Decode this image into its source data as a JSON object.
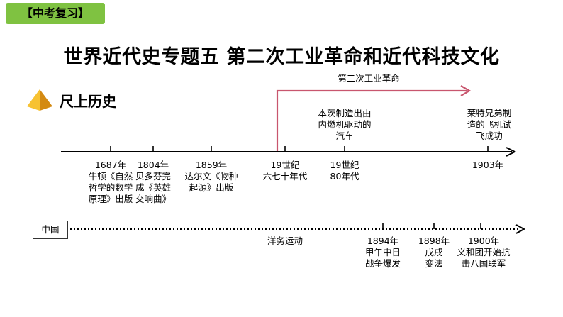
{
  "badge": "【中考复习】",
  "title": "世界近代史专题五  第二次工业革命和近代科技文化",
  "section_title": "尺上历史",
  "revolution_label": "第二次工业革命",
  "above_events": [
    {
      "lines": [
        "本茨制造出由",
        "内燃机驱动的",
        "汽车"
      ]
    },
    {
      "lines": [
        "莱特兄弟制",
        "造的飞机试",
        "飞成功"
      ]
    }
  ],
  "world_events": [
    {
      "date": "1687年",
      "lines": [
        "牛顿《自然",
        "哲学的数学",
        "原理》出版"
      ]
    },
    {
      "date": "1804年",
      "lines": [
        "贝多芬完",
        "成《英雄",
        "交响曲》"
      ]
    },
    {
      "date": "1859年",
      "lines": [
        "达尔文《物种",
        "起源》出版"
      ]
    },
    {
      "date": "19世纪",
      "lines": [
        "六七十年代"
      ]
    },
    {
      "date": "19世纪",
      "lines": [
        "80年代"
      ]
    },
    {
      "date": "1903年",
      "lines": []
    }
  ],
  "china_label": "中国",
  "china_mid_label": "洋务运动",
  "china_events": [
    {
      "date": "1894年",
      "lines": [
        "甲午中日",
        "战争爆发"
      ]
    },
    {
      "date": "1898年",
      "lines": [
        "戊戌",
        "变法"
      ]
    },
    {
      "date": "1900年",
      "lines": [
        "义和团开始抗",
        "击八国联军"
      ]
    }
  ],
  "colors": {
    "badge_bg": "#7fc241",
    "revolution_line": "#c8566e",
    "pyramid_light": "#f7c232",
    "pyramid_dark": "#d48a12"
  }
}
